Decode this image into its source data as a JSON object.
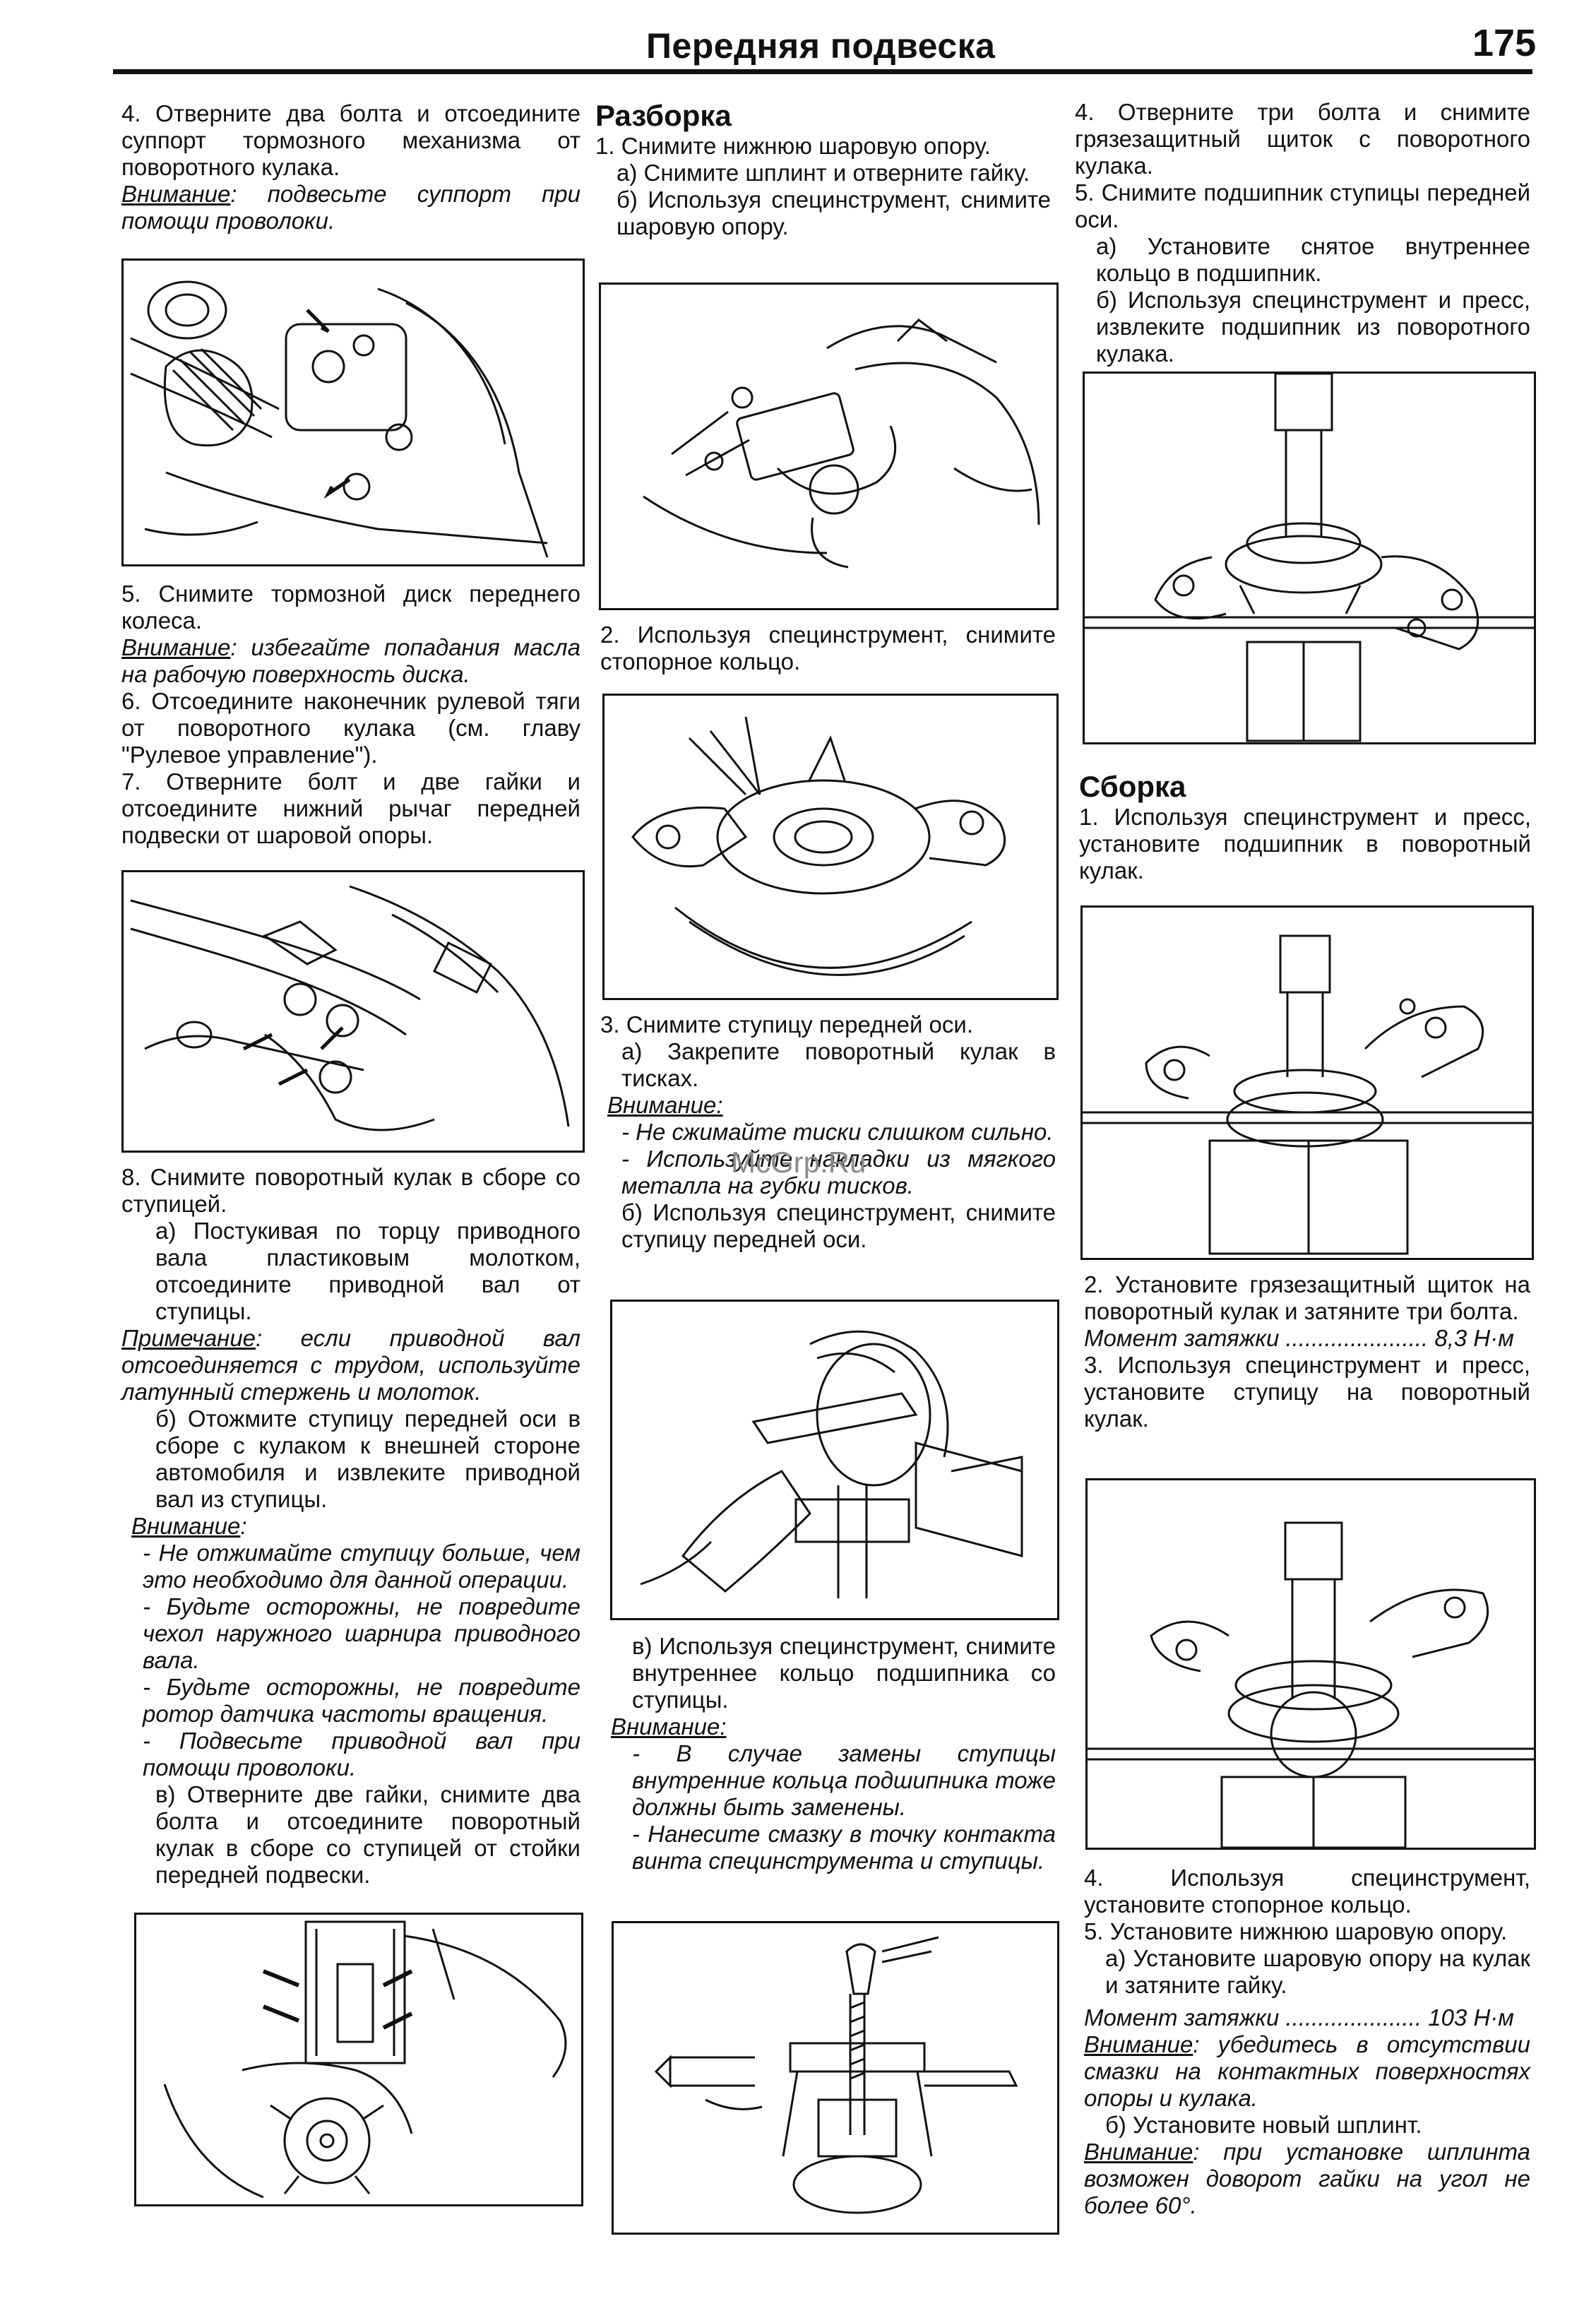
{
  "header": {
    "title": "Передняя подвеска",
    "page_number": "175"
  },
  "watermark": "McGrp.Ru",
  "col1": {
    "p1": "4. Отверните два болта и отсоедините суппорт тормозного механизма от поворотного кулака.",
    "w1_label": "Внимание",
    "w1_text": ": подвесьте суппорт при помощи проволоки.",
    "p5": "5. Снимите тормозной диск переднего колеса.",
    "w2_label": "Внимание",
    "w2_text": ": избегайте попадания масла на рабочую поверхность диска.",
    "p6": "6. Отсоедините наконечник рулевой тяги от поворотного кулака (см. главу \"Рулевое управление\").",
    "p7": "7. Отверните болт и две гайки и отсоедините нижний рычаг передней подвески от шаровой опоры.",
    "p8": "8. Снимите поворотный кулак в сборе со ступицей.",
    "p8a": "а) Постукивая по торцу приводного вала пластиковым молотком, отсоедините приводной вал от ступицы.",
    "n1_label": "Примечание",
    "n1_text": ": если приводной вал отсоединяется с трудом, используйте латунный стержень и молоток.",
    "p8b": "б) Отожмите ступицу передней оси в сборе с кулаком к внешней стороне автомобиля и извлеките приводной вал из ступицы.",
    "w3_label": "Внимание",
    "w3_items": [
      "- Не отжимайте ступицу больше, чем это необходимо для данной операции.",
      "- Будьте осторожны, не повредите чехол наружного шарнира приводного вала.",
      "- Будьте осторожны, не повредите ротор датчика частоты вращения.",
      "- Подвесьте приводной вал при помощи проволоки."
    ],
    "p8v": "в) Отверните две гайки, снимите два болта и отсоедините поворотный кулак в сборе со ступицей от стойки передней подвески."
  },
  "col2": {
    "heading": "Разборка",
    "p1": "1. Снимите нижнюю шаровую опору.",
    "p1a": "а) Снимите шплинт и отверните гайку.",
    "p1b": "б) Используя специнструмент, снимите шаровую опору.",
    "p2": "2. Используя специнструмент, снимите стопорное кольцо.",
    "p3": "3. Снимите ступицу передней оси.",
    "p3a": "а) Закрепите поворотный кулак в тисках.",
    "w1_label": "Внимание:",
    "w1_items": [
      "- Не сжимайте тиски слишком сильно.",
      "- Используйте накладки из мягкого металла на губки тисков."
    ],
    "p3b": "б) Используя специнструмент, снимите ступицу передней оси.",
    "p3v": "в) Используя специнструмент, снимите внутреннее кольцо подшипника со ступицы.",
    "w2_label": "Внимание:",
    "w2_items": [
      "- В случае замены ступицы внутренние кольца подшипника тоже должны быть заменены.",
      "- Нанесите смазку в точку контакта винта специнструмента и ступицы."
    ]
  },
  "col3": {
    "p4": "4. Отверните три болта и снимите грязезащитный щиток с поворотного кулака.",
    "p5": "5. Снимите подшипник ступицы передней оси.",
    "p5a": "а) Установите снятое внутреннее кольцо в подшипник.",
    "p5b": "б) Используя специнструмент и пресс, извлеките подшипник из поворотного кулака.",
    "heading": "Сборка",
    "s1": "1. Используя специнструмент и пресс, установите подшипник в поворотный кулак.",
    "s2": "2. Установите грязезащитный щиток на поворотный кулак и затяните три болта.",
    "t1": "Момент затяжки ...................... 8,3 Н·м",
    "s3": "3. Используя специнструмент и пресс, установите ступицу на поворотный кулак.",
    "s4": "4. Используя специнструмент, установите стопорное кольцо.",
    "s5": "5. Установите нижнюю шаровую опору.",
    "s5a": "а) Установите шаровую опору на кулак и затяните гайку.",
    "t2": "Момент затяжки ..................... 103 Н·м",
    "w1_label": "Внимание",
    "w1_text": ": убедитесь в отсутствии смазки на контактных поверхностях опоры и кулака.",
    "s5b": "б) Установите новый шплинт.",
    "w2_label": "Внимание",
    "w2_text": ": при установке шплинта возможен доворот гайки на угол не более 60°."
  }
}
